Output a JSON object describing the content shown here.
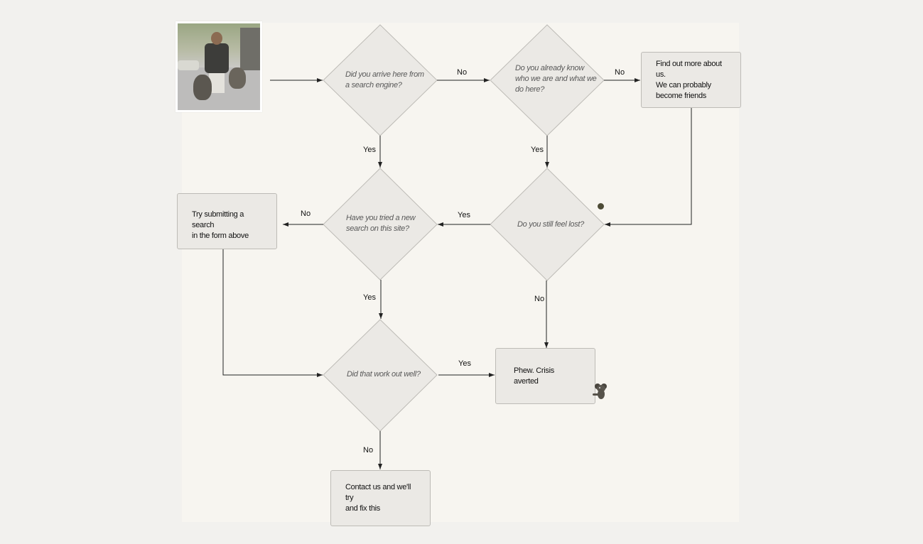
{
  "flowchart": {
    "photo": {
      "alt": "man-with-koalas-photo"
    },
    "questions": [
      {
        "id": "q1",
        "text_lines": [
          "Did you arrive here from",
          "a search engine?"
        ]
      },
      {
        "id": "q2",
        "text_lines": [
          "Do you already know",
          "who we are and what we",
          "do here?"
        ]
      },
      {
        "id": "q3",
        "text_lines": [
          "Have you tried a new",
          "search on this site?"
        ]
      },
      {
        "id": "q4",
        "text_lines": [
          "Do you still feel lost?"
        ]
      },
      {
        "id": "q5",
        "text_lines": [
          "Did that work out well?"
        ]
      }
    ],
    "actions": [
      {
        "id": "a1",
        "text_lines": [
          "Find out more about us.",
          "We can probably",
          "become friends"
        ]
      },
      {
        "id": "a2",
        "text_lines": [
          "Try submitting a search",
          "in the form above"
        ]
      },
      {
        "id": "a3",
        "text_lines": [
          "Phew.  Crisis averted"
        ]
      },
      {
        "id": "a4",
        "text_lines": [
          "Contact us and we'll try",
          "and fix this"
        ]
      }
    ],
    "edge_labels": {
      "q1_no": "No",
      "q1_yes": "Yes",
      "q2_no": "No",
      "q2_yes": "Yes",
      "q3_no": "No",
      "q3_yes": "Yes",
      "q4_yes": "Yes",
      "q4_no": "No",
      "q5_yes": "Yes",
      "q5_no": "No"
    }
  },
  "colors": {
    "background": "#f2f1ee",
    "panel": "#f7f5f0",
    "shape_fill": "#ebe9e5",
    "shape_border": "#bdbbb6",
    "line": "#222222",
    "question_text": "#5a5a5a"
  }
}
